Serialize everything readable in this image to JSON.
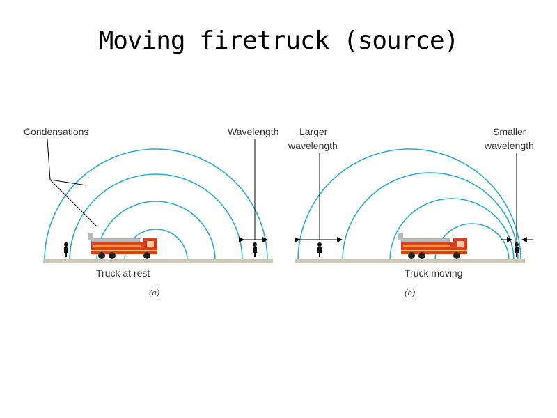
{
  "title": "Moving firetruck (source)",
  "panel_a": {
    "label_condensations": "Condensations",
    "label_wavelength": "Wavelength",
    "caption": "Truck at rest",
    "letter": "(a)"
  },
  "panel_b": {
    "label_larger_1": "Larger",
    "label_larger_2": "wavelength",
    "label_smaller_1": "Smaller",
    "label_smaller_2": "wavelength",
    "caption": "Truck moving",
    "letter": "(b)"
  },
  "colors": {
    "wavefront": "#2aa9d2",
    "truck": "#d8401e",
    "ground": "#ccc7b9"
  },
  "icons": [
    "firetruck-icon",
    "listener-icon"
  ]
}
